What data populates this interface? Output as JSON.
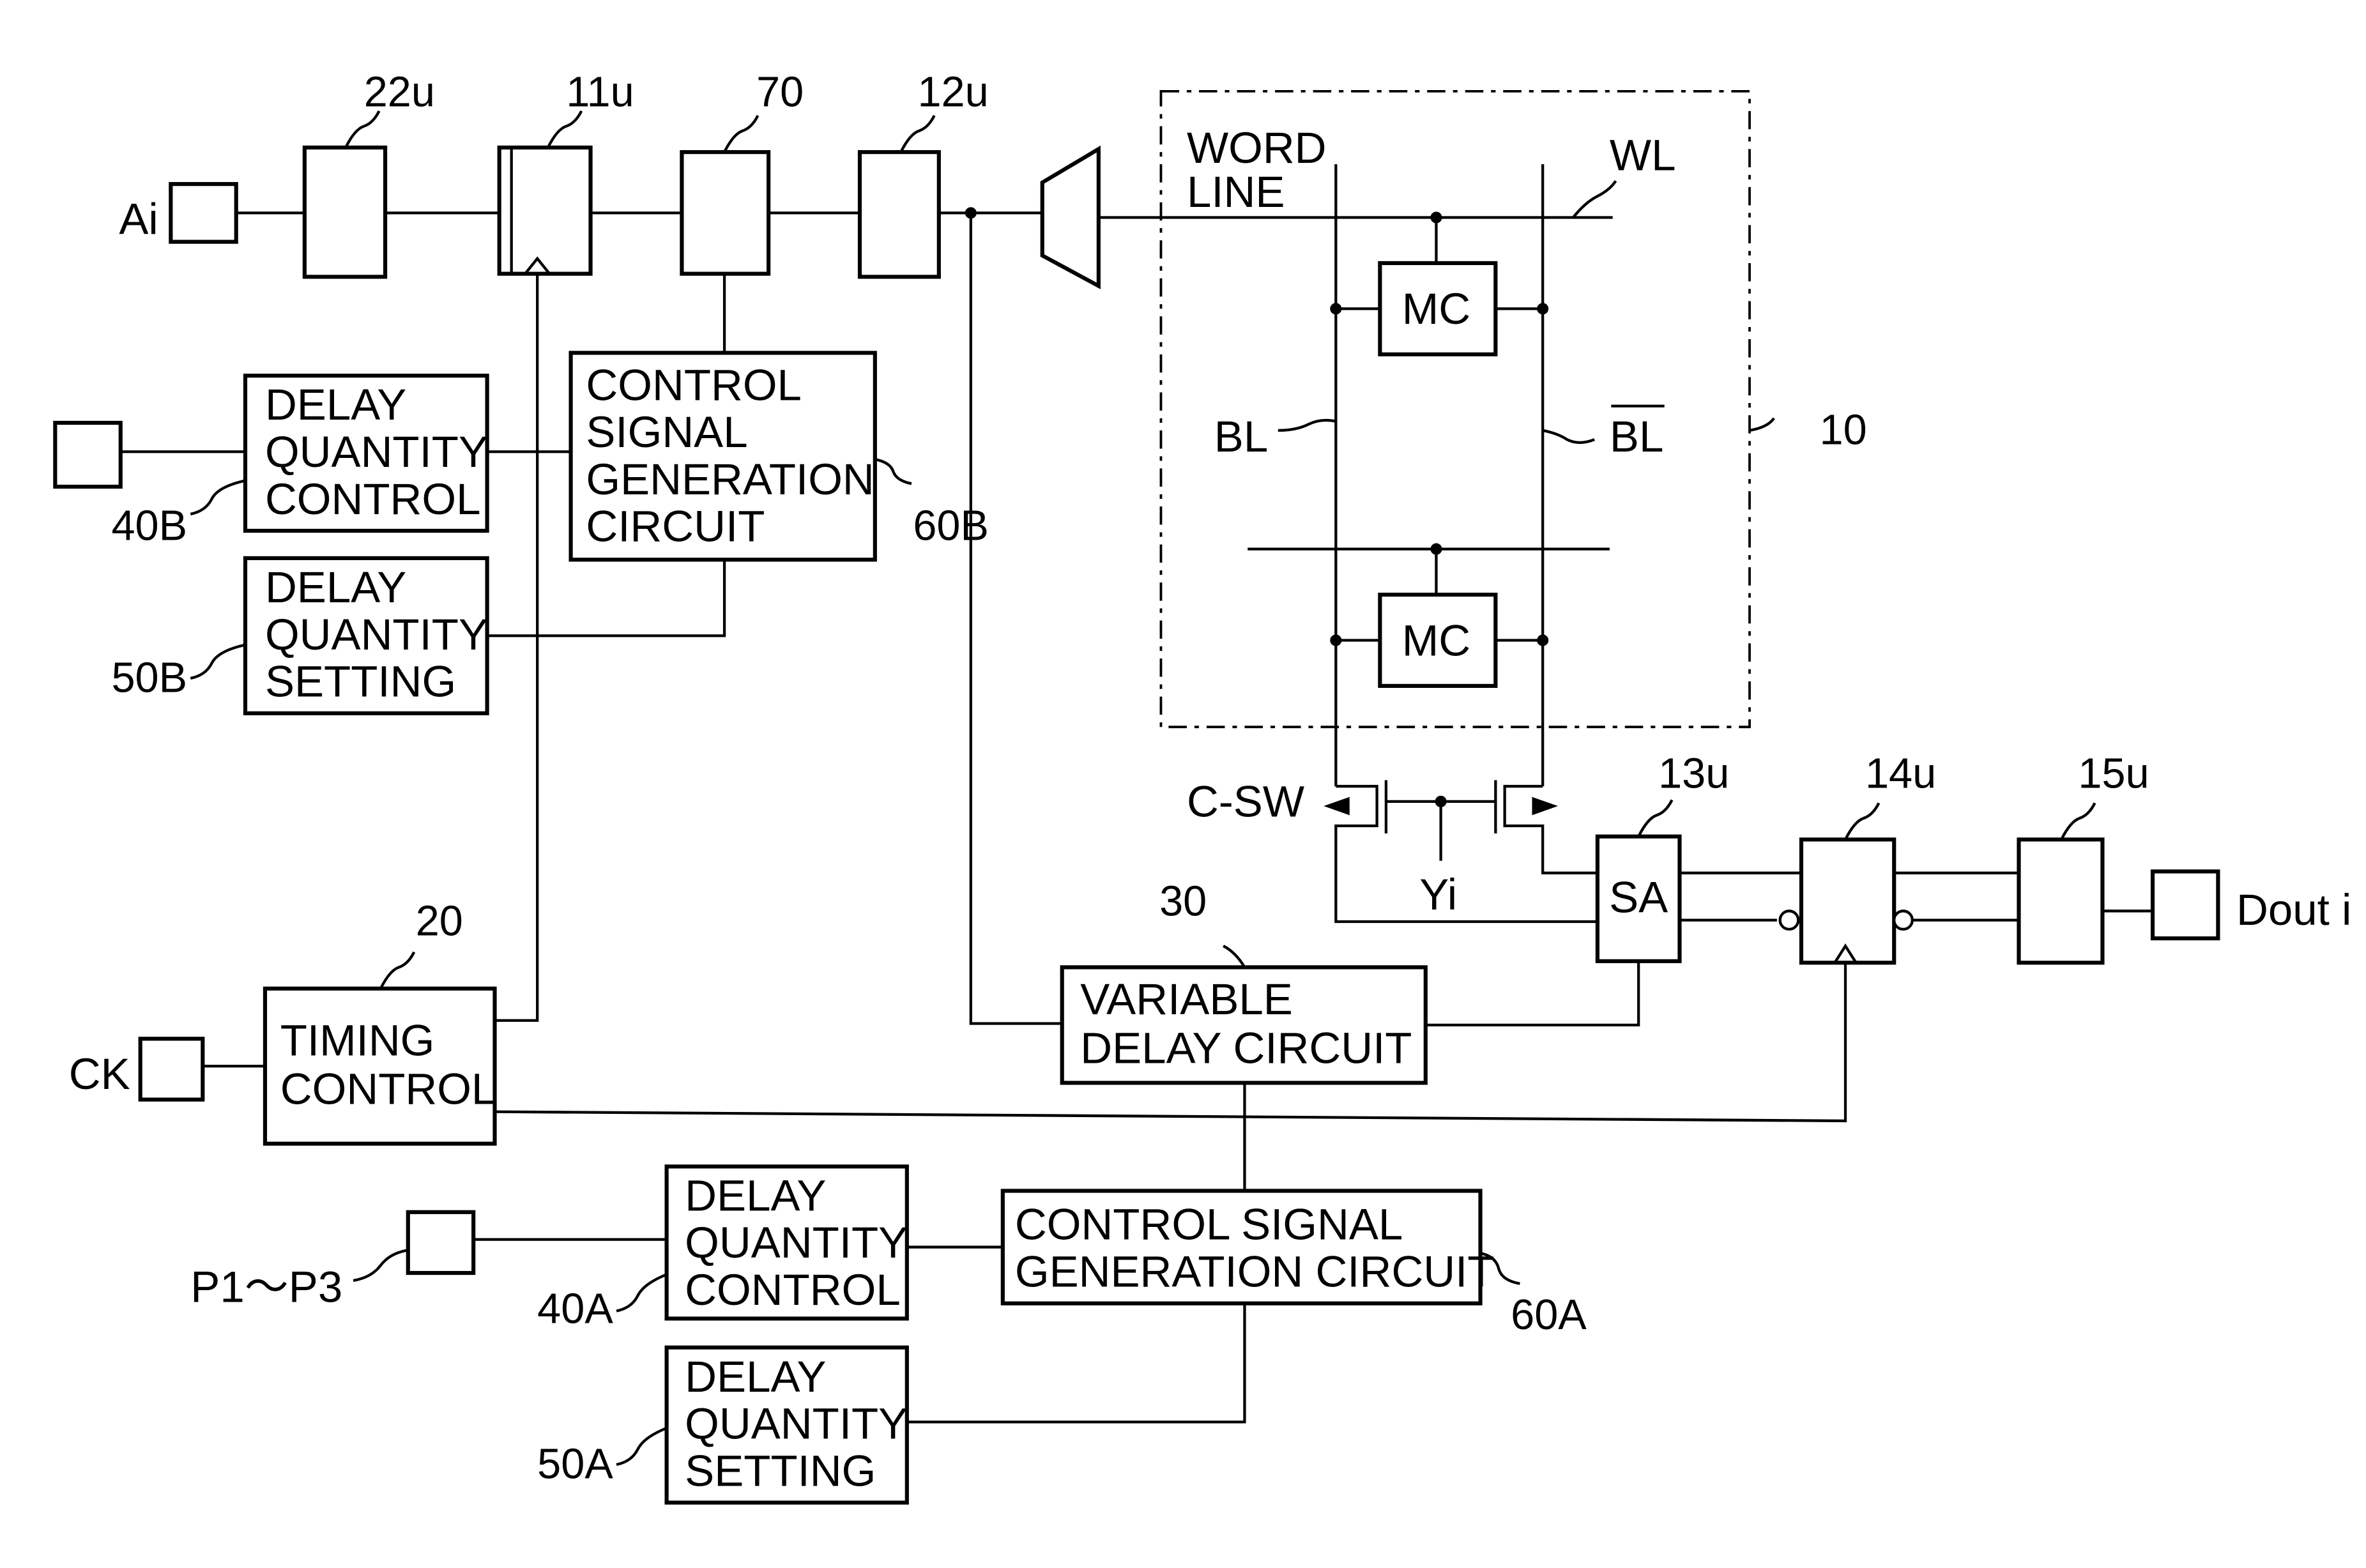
{
  "blocks": {
    "b22u": "",
    "b11u": "",
    "b70": "",
    "b12u": "",
    "mc1": "MC",
    "mc2": "MC",
    "b40B": [
      "DELAY",
      "QUANTITY",
      "CONTROL"
    ],
    "b60B": [
      "CONTROL",
      "SIGNAL",
      "GENERATION",
      "CIRCUIT"
    ],
    "b50B": [
      "DELAY",
      "QUANTITY",
      "SETTING"
    ],
    "b13u": "SA",
    "b14u": "",
    "b15u": "",
    "b20": [
      "TIMING",
      "CONTROL"
    ],
    "b30": [
      "VARIABLE",
      "DELAY  CIRCUIT"
    ],
    "b40A": [
      "DELAY",
      "QUANTITY",
      "CONTROL"
    ],
    "b60A": [
      "CONTROL  SIGNAL",
      "GENERATION  CIRCUIT"
    ],
    "b50A": [
      "DELAY",
      "QUANTITY",
      "SETTING"
    ]
  },
  "refs": {
    "r22u": "22u",
    "r11u": "11u",
    "r70": "70",
    "r12u": "12u",
    "r60B": "60B",
    "r40B": "40B",
    "r50B": "50B",
    "r10": "10",
    "r13u": "13u",
    "r14u": "14u",
    "r15u": "15u",
    "r30": "30",
    "r20": "20",
    "r40A": "40A",
    "r60A": "60A",
    "r50A": "50A"
  },
  "signals": {
    "ai": "Ai",
    "ck": "CK",
    "p": "P1～P3",
    "dout": "Dout i",
    "word_line": [
      "WORD",
      "LINE"
    ],
    "wl": "WL",
    "bl": "BL",
    "blbar": "BL",
    "csw": "C-SW",
    "yi": "Yi"
  }
}
